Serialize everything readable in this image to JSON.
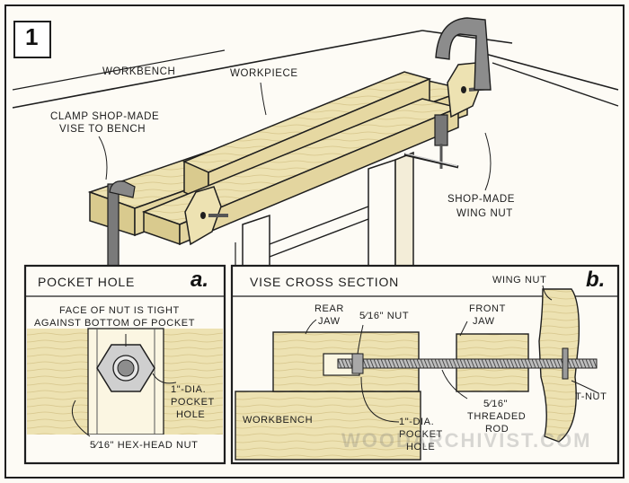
{
  "figure": {
    "number": "1",
    "colors": {
      "wood": "#ede2b2",
      "wood_end": "#d9ca8e",
      "line": "#1e1e1e",
      "metal": "#9a9a9a",
      "paper": "#fdfbf5"
    },
    "main_labels": {
      "workbench": "WORKBENCH",
      "workpiece": "WORKPIECE",
      "clamp_line1": "CLAMP SHOP-MADE",
      "clamp_line2": "VISE TO BENCH",
      "wingnut_line1": "SHOP-MADE",
      "wingnut_line2": "WING NUT"
    }
  },
  "inset_a": {
    "title": "POCKET HOLE",
    "letter": "a.",
    "note_line1": "FACE OF NUT IS TIGHT",
    "note_line2": "AGAINST BOTTOM OF POCKET",
    "hole_line1": "1\"-DIA.",
    "hole_line2": "POCKET",
    "hole_line3": "HOLE",
    "nut_label": "5⁄16\" HEX-HEAD NUT"
  },
  "inset_b": {
    "title": "VISE CROSS SECTION",
    "letter": "b.",
    "rear_jaw_line1": "REAR",
    "rear_jaw_line2": "JAW",
    "nut": "5⁄16\" NUT",
    "front_jaw_line1": "FRONT",
    "front_jaw_line2": "JAW",
    "wing_nut": "WING NUT",
    "t_nut": "T-NUT",
    "workbench": "WORKBENCH",
    "pocket_line1": "1\"-DIA.",
    "pocket_line2": "POCKET",
    "pocket_line3": "HOLE",
    "rod_line1": "5⁄16\"",
    "rod_line2": "THREADED",
    "rod_line3": "ROD"
  },
  "watermark": "WOODARCHIVIST.COM"
}
